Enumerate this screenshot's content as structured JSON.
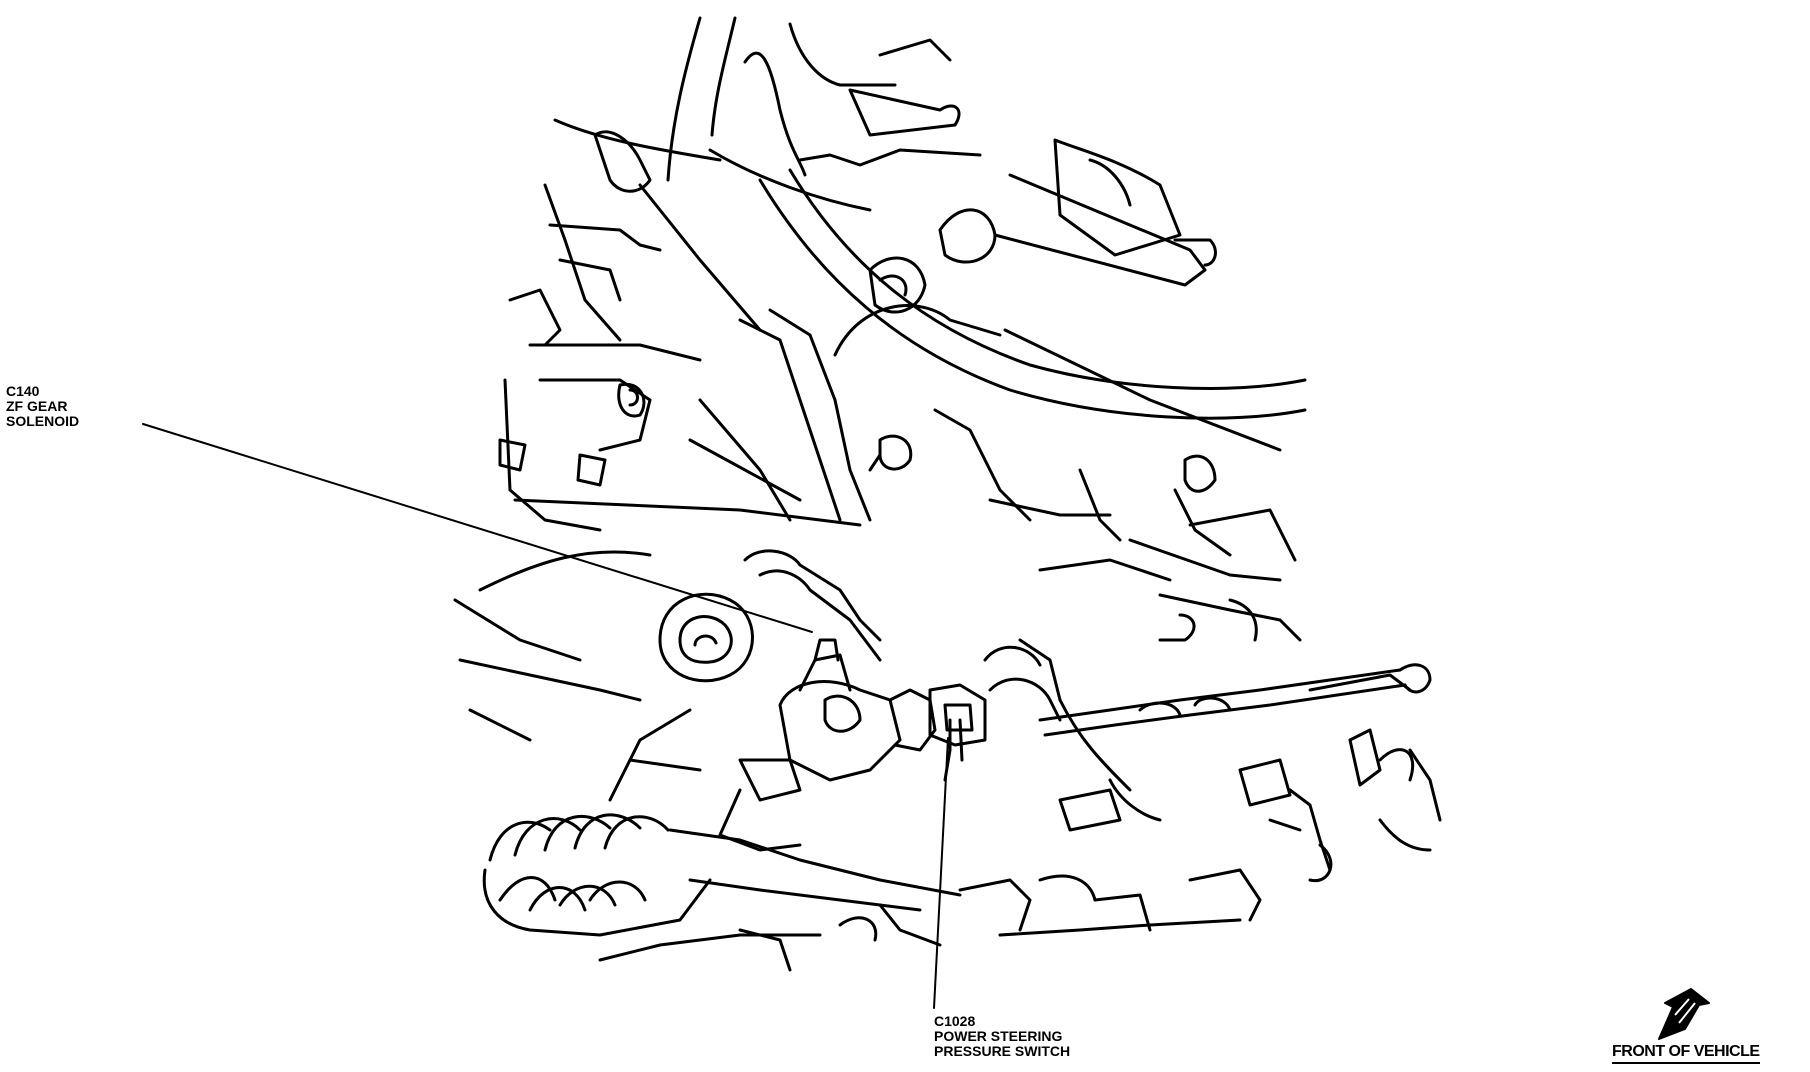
{
  "diagram": {
    "callouts": [
      {
        "id": "c140",
        "lines": [
          "C140",
          "ZF GEAR",
          "SOLENOID"
        ]
      },
      {
        "id": "c1028",
        "lines": [
          "C1028",
          "POWER STEERING",
          "PRESSURE SWITCH"
        ]
      }
    ],
    "orientation": {
      "label": "FRONT OF VEHICLE",
      "icon": "front-arrow-icon"
    },
    "colors": {
      "ink": "#000000",
      "paper": "#ffffff"
    }
  }
}
